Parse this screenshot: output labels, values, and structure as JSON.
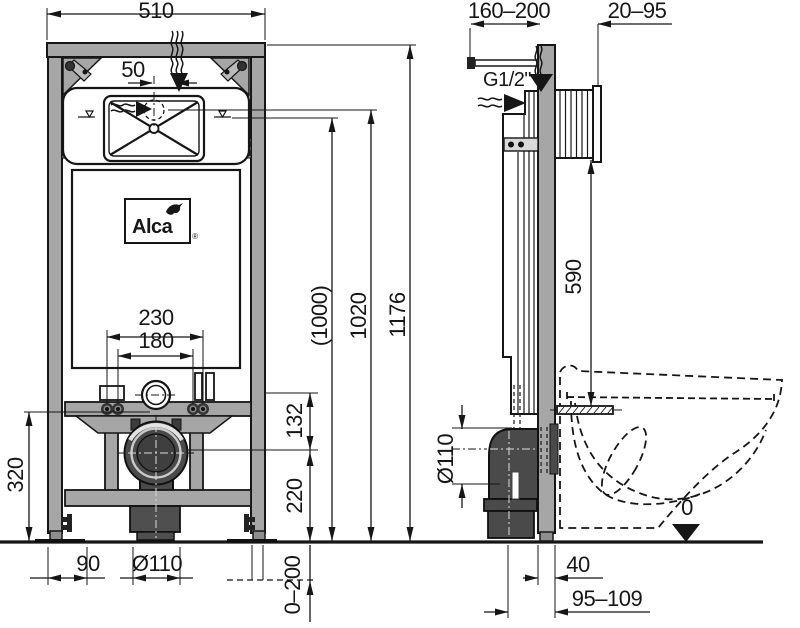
{
  "drawing_type": "installation-frame-technical-drawing",
  "colors": {
    "line": "#161616",
    "frame_gray": "#a6a6a6",
    "dark_part": "#4a4a4a",
    "background": "#ffffff"
  },
  "labels": {
    "dim_510": "510",
    "dim_50": "50",
    "dim_230": "230",
    "dim_180": "180",
    "dim_320": "320",
    "dim_90": "90",
    "dim_dia110_front": "Ø110",
    "dim_0_200": "0–200",
    "dim_132": "132",
    "dim_220": "220",
    "dim_1000": "(1000)",
    "dim_1020": "1020",
    "dim_1176": "1176",
    "dim_160_200": "160–200",
    "dim_20_95": "20–95",
    "thread": "G1/2\"",
    "dim_590": "590",
    "dim_dia110_side": "Ø110",
    "dim_40": "40",
    "dim_95_109": "95–109",
    "datum_zero": "0",
    "brand": "Alca",
    "brand_mark": "®"
  }
}
